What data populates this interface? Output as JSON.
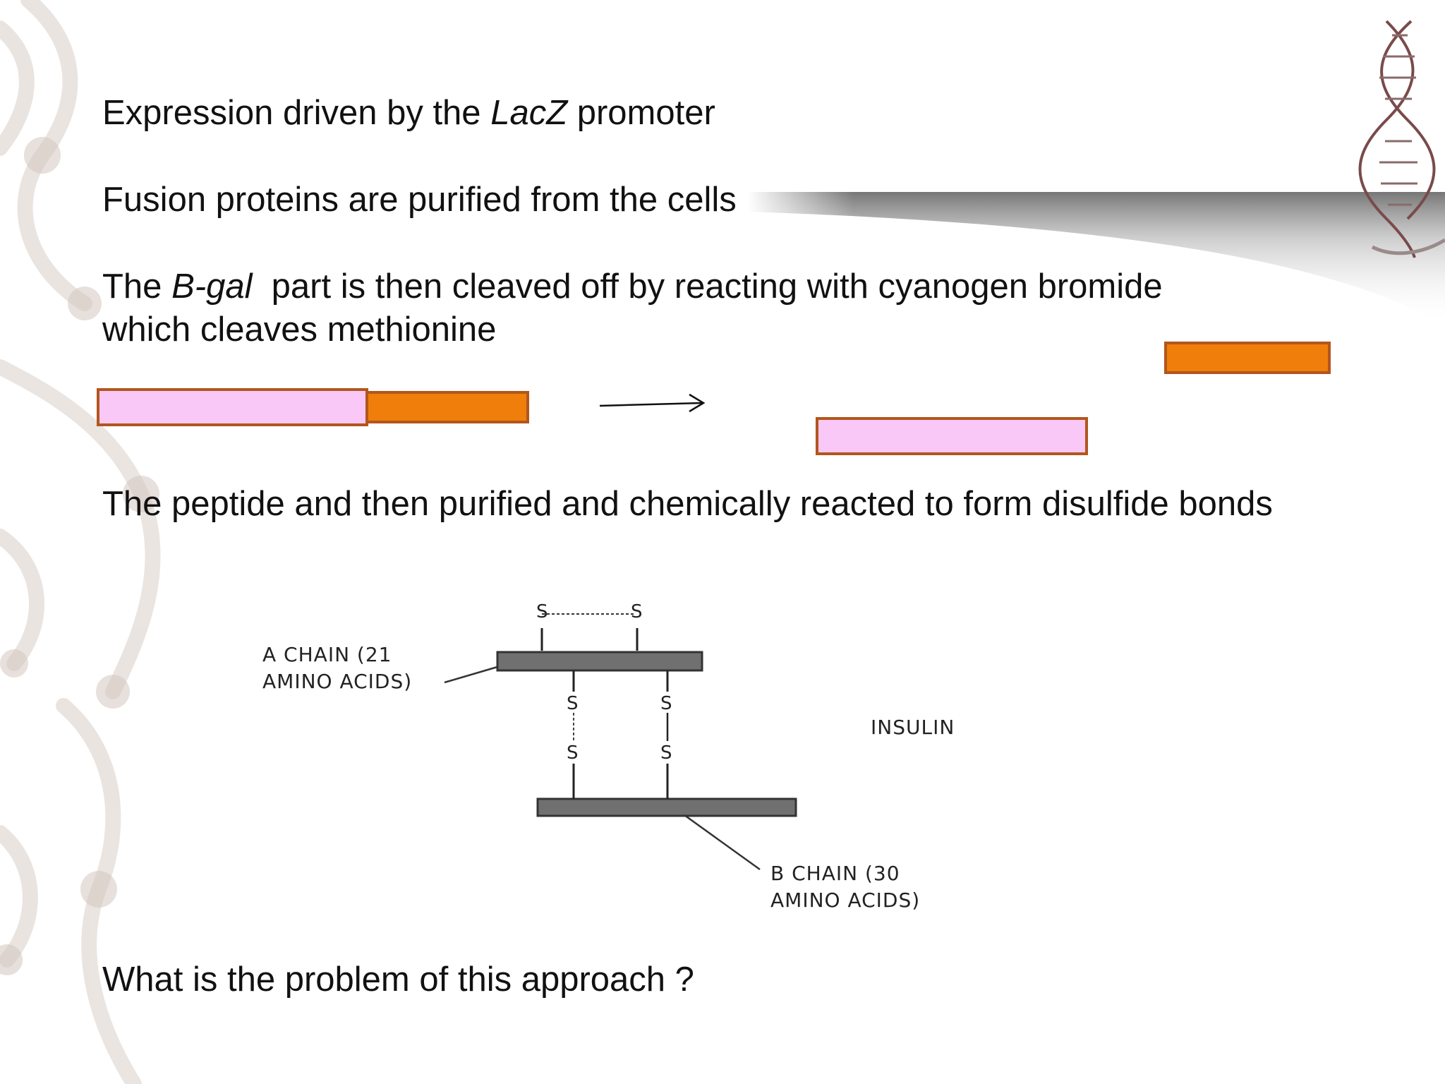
{
  "slide": {
    "line1": {
      "before": "Expression driven by the ",
      "italic": "LacZ",
      "after": " promoter"
    },
    "line2": "Fusion proteins are purified from the cells",
    "line3": {
      "before": "The ",
      "italic": "B-gal",
      "after": "  part is then cleaved off by reacting with cyanogen bromide"
    },
    "line4": "which cleaves methionine",
    "line5": "The peptide and then purified and chemically reacted to form disulfide bonds",
    "line6": "What is the problem of this approach ?"
  },
  "insulin_diagram": {
    "a_chain_label_line1": "A CHAIN (21",
    "a_chain_label_line2": "AMINO ACIDS)",
    "b_chain_label_line1": "B CHAIN (30",
    "b_chain_label_line2": "AMINO ACIDS)",
    "insulin_label": "INSULIN",
    "sulfur": "S"
  },
  "colors": {
    "bgal_pink": "#f9c8f7",
    "peptide_orange": "#ef7f0a",
    "bar_border": "#b2561c",
    "chain_gray": "#707070"
  }
}
